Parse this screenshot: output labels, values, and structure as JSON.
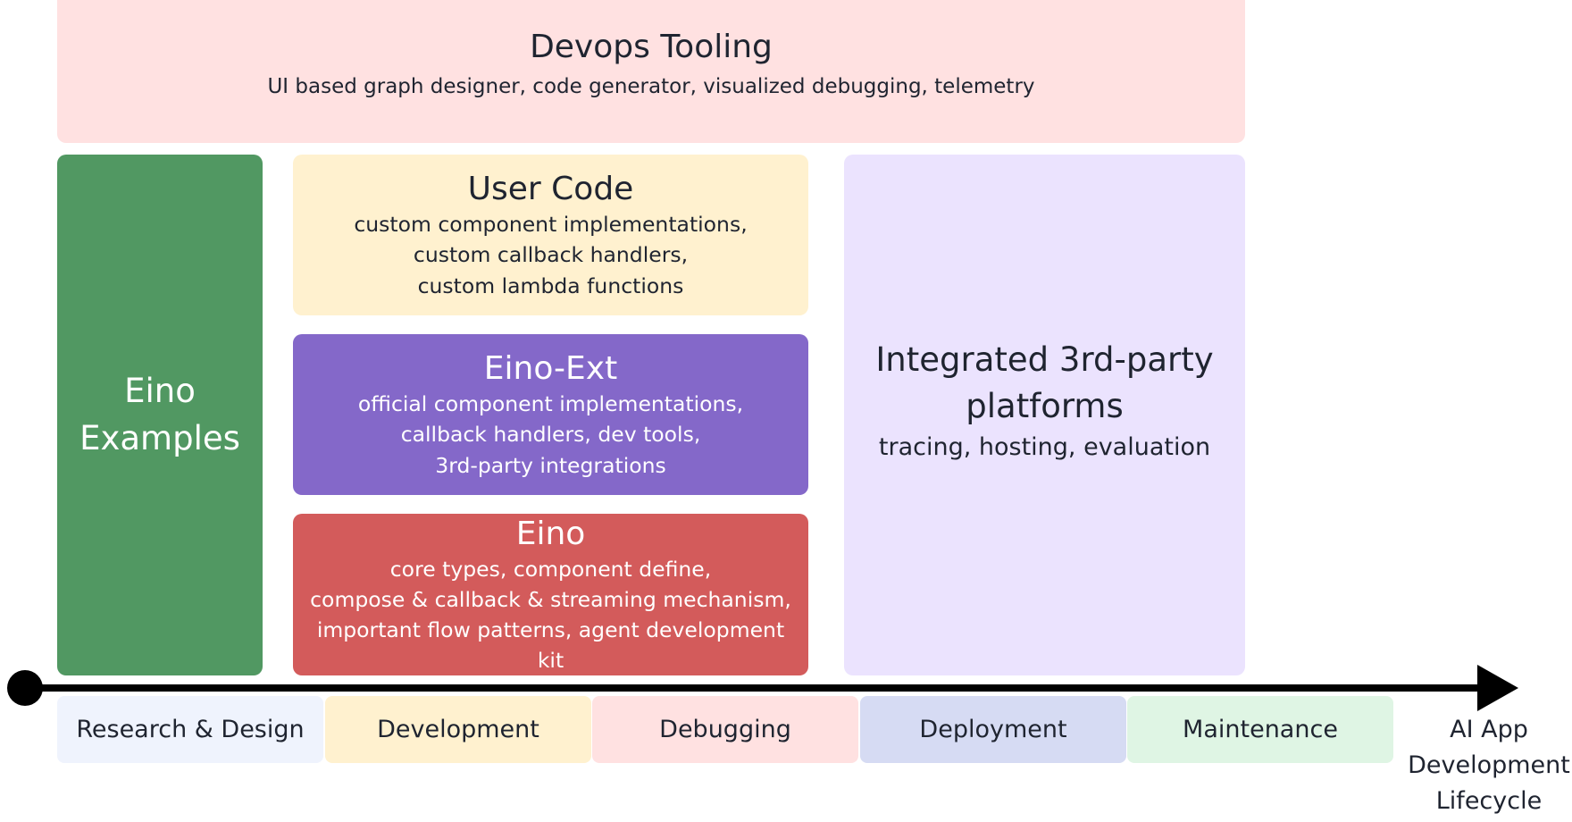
{
  "devops": {
    "title": "Devops Tooling",
    "subtitle": "UI based graph designer, code generator, visualized debugging, telemetry"
  },
  "examples": {
    "title": "Eino\nExamples"
  },
  "user_code": {
    "title": "User Code",
    "subtitle": "custom component implementations,\ncustom callback handlers,\ncustom lambda functions"
  },
  "eino_ext": {
    "title": "Eino-Ext",
    "subtitle": "official component implementations,\ncallback handlers, dev tools,\n3rd-party integrations"
  },
  "eino": {
    "title": "Eino",
    "subtitle": "core types, component define,\ncompose & callback & streaming mechanism,\nimportant flow patterns, agent development kit"
  },
  "platforms": {
    "title": "Integrated 3rd-party\nplatforms",
    "subtitle": "tracing, hosting, evaluation"
  },
  "stages": [
    "Research & Design",
    "Development",
    "Debugging",
    "Deployment",
    "Maintenance"
  ],
  "axis_label": "AI App\nDevelopment\nLifecycle",
  "colors": {
    "devops_bg": "#ffe1e1",
    "examples_bg": "#519862",
    "user_code_bg": "#fff1cf",
    "eino_ext_bg": "#8468c9",
    "eino_bg": "#d35b5b",
    "platforms_bg": "#ebe3fe",
    "timeline": "#000000"
  }
}
